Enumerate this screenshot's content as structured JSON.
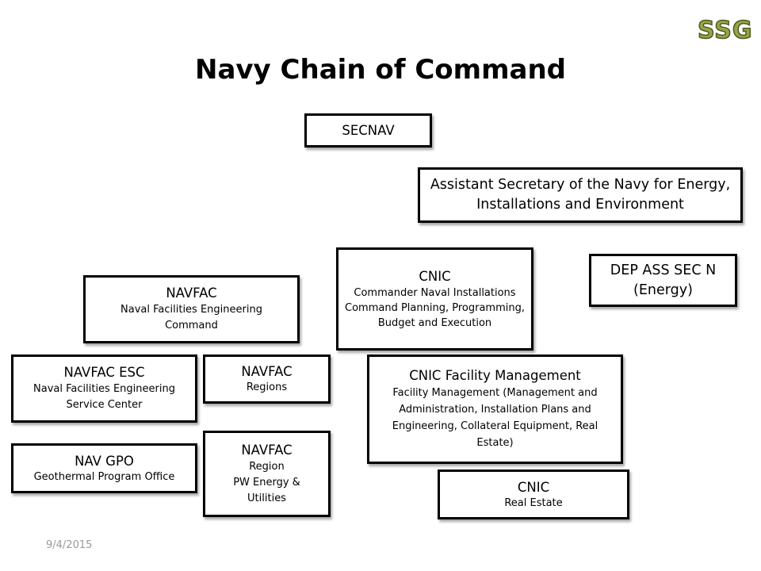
{
  "logo_text": "SSG",
  "title": "Navy Chain of Command",
  "date": "9/4/2015",
  "boxes": {
    "secnav": {
      "title": "SECNAV"
    },
    "asn": {
      "title": "Assistant Secretary of the Navy for Energy, Installations and Environment"
    },
    "cnic": {
      "title": "CNIC",
      "subtitle": "Commander Naval Installations Command Planning, Programming, Budget and Execution"
    },
    "dep_ass_sec": {
      "title": "DEP ASS SEC N (Energy)"
    },
    "navfac": {
      "title": "NAVFAC",
      "subtitle": "Naval Facilities Engineering Command"
    },
    "navfac_esc": {
      "title": "NAVFAC ESC",
      "subtitle": "Naval Facilities Engineering Service Center"
    },
    "navfac_regions": {
      "title": "NAVFAC",
      "subtitle": "Regions"
    },
    "cnic_fm": {
      "title": "CNIC Facility Management",
      "subtitle": "Facility Management (Management and Administration, Installation Plans and Engineering, Collateral Equipment, Real Estate)"
    },
    "nav_gpo": {
      "title": "NAV GPO",
      "subtitle": "Geothermal Program Office"
    },
    "navfac_region_pw": {
      "title": "NAVFAC",
      "subtitle_line1": "Region",
      "subtitle_line2": "PW Energy & Utilities"
    },
    "cnic_re": {
      "title": "CNIC",
      "subtitle": "Real Estate"
    }
  }
}
